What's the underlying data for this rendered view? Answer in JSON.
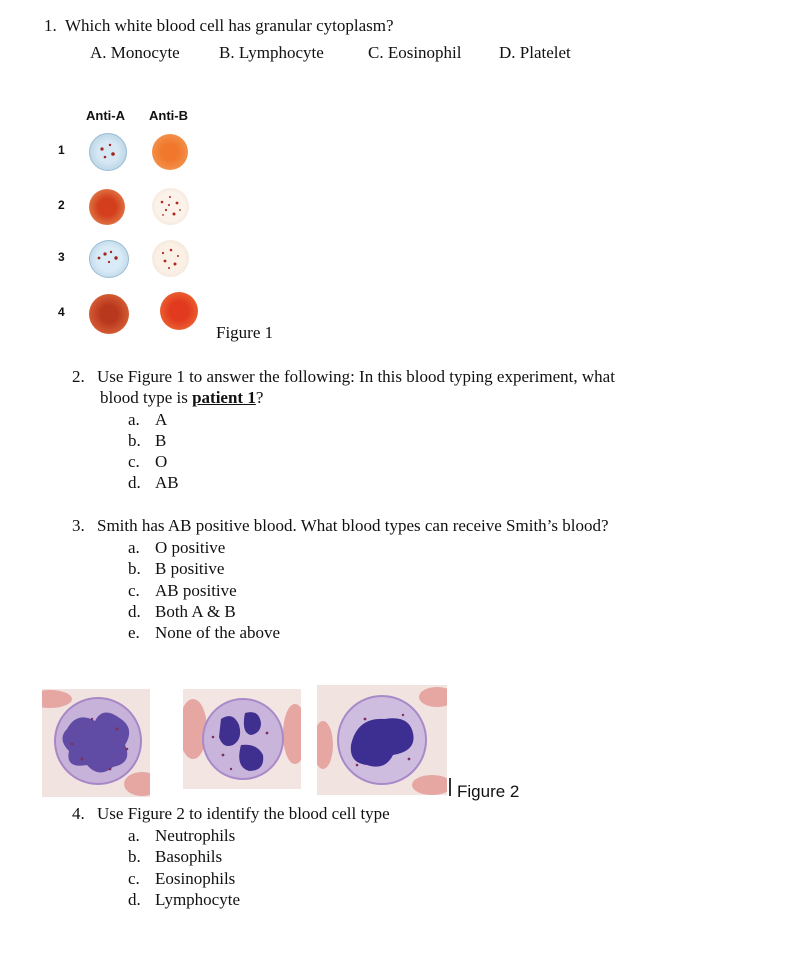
{
  "q1": {
    "number": "1.",
    "text": "Which white blood cell has granular cytoplasm?",
    "options": [
      "A. Monocyte",
      "B. Lymphocyte",
      "C. Eosinophil",
      "D. Platelet"
    ]
  },
  "figure1": {
    "headers": [
      "Anti-A",
      "Anti-B"
    ],
    "rows": [
      "1",
      "2",
      "3",
      "4"
    ],
    "caption": "Figure 1"
  },
  "q2": {
    "number": "2.",
    "line1": "Use Figure 1 to answer the following:  In this blood typing experiment, what",
    "line2_pre": "blood type is ",
    "line2_emph": "patient 1",
    "line2_post": "?",
    "options": [
      {
        "letter": "a.",
        "text": "A"
      },
      {
        "letter": "b.",
        "text": "B"
      },
      {
        "letter": "c.",
        "text": "O"
      },
      {
        "letter": "d.",
        "text": "AB"
      }
    ]
  },
  "q3": {
    "number": "3.",
    "text": "Smith has AB positive blood.  What blood types can receive Smith’s blood?",
    "options": [
      {
        "letter": "a.",
        "text": "O positive"
      },
      {
        "letter": "b.",
        "text": "B positive"
      },
      {
        "letter": "c.",
        "text": "AB positive"
      },
      {
        "letter": "d.",
        "text": "Both A & B"
      },
      {
        "letter": "e.",
        "text": "None of the above"
      }
    ]
  },
  "figure2": {
    "caption": "Figure 2"
  },
  "q4": {
    "number": "4.",
    "text": "Use Figure 2 to identify the blood cell type",
    "options": [
      {
        "letter": "a.",
        "text": "Neutrophils"
      },
      {
        "letter": "b.",
        "text": "Basophils"
      },
      {
        "letter": "c.",
        "text": "Eosinophils"
      },
      {
        "letter": "d.",
        "text": "Lymphocyte"
      }
    ]
  },
  "colors": {
    "agglutinated_bg": "#cfe2ef",
    "clump": "#b3261e",
    "uniform_red": "#e8562a",
    "cell_stain": "#7a4fa3",
    "cell_nucleus": "#3b2f8f",
    "rbc": "#e7a8a4"
  }
}
